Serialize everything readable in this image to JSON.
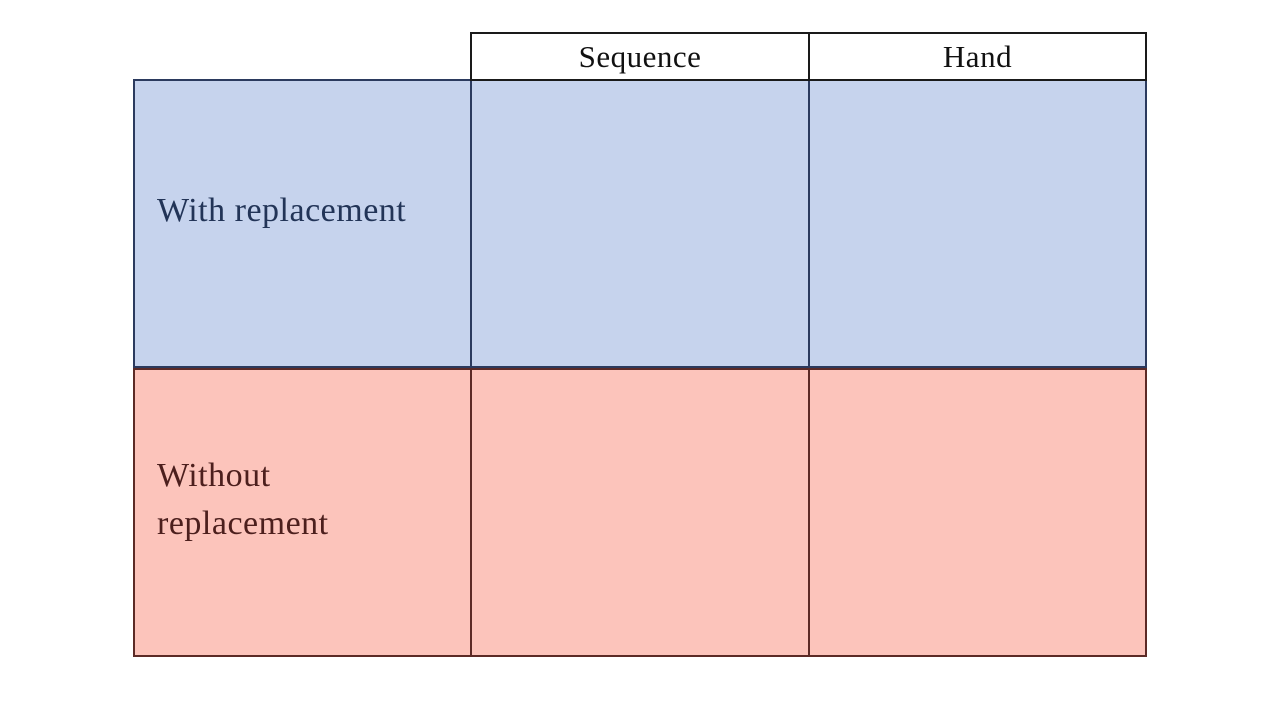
{
  "table": {
    "column_headers": [
      "Sequence",
      "Hand"
    ],
    "rows": [
      {
        "label": "With replacement",
        "cells": [
          "",
          ""
        ]
      },
      {
        "label": "Without replacement",
        "cells": [
          "",
          ""
        ]
      }
    ]
  },
  "colors": {
    "page_background": "#ffffff",
    "header_background": "#ffffff",
    "header_border": "#1a1a1a",
    "header_text": "#111111",
    "with_replacement_fill": "#c6d3ed",
    "with_replacement_border": "#2b3a5e",
    "with_replacement_text": "#223457",
    "without_replacement_fill": "#fcc4bb",
    "without_replacement_border": "#5c2a26",
    "without_replacement_text": "#4c1f1d"
  }
}
